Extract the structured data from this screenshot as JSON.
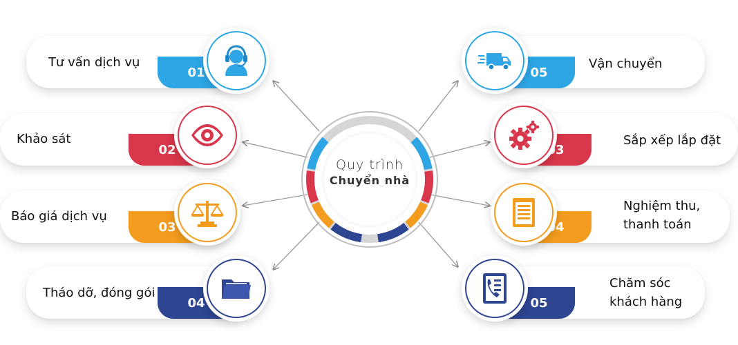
{
  "center": {
    "line1": "Quy trình",
    "line2": "Chuyển nhà"
  },
  "left_steps": [
    {
      "label_lines": [
        "Tư vấn dịch vụ"
      ],
      "number": "01",
      "color": "#2ea6e5",
      "icon": "customer-support-icon"
    },
    {
      "label_lines": [
        "Khảo sát"
      ],
      "number": "02",
      "color": "#d8364a",
      "icon": "eye-icon"
    },
    {
      "label_lines": [
        "Báo giá dịch vụ"
      ],
      "number": "03",
      "color": "#f39c1f",
      "icon": "balance-scale-icon"
    },
    {
      "label_lines": [
        "Tháo dỡ, đóng gói"
      ],
      "number": "04",
      "color": "#2e4591",
      "icon": "folder-icon"
    }
  ],
  "right_steps": [
    {
      "label_lines": [
        "Vận chuyển"
      ],
      "number": "05",
      "color": "#2ea6e5",
      "icon": "delivery-truck-icon"
    },
    {
      "label_lines": [
        "Sắp xếp lắp đặt"
      ],
      "number": "03",
      "color": "#d8364a",
      "icon": "gears-icon"
    },
    {
      "label_lines": [
        "Nghiệm thu,",
        "thanh toán"
      ],
      "number": "04",
      "color": "#f39c1f",
      "icon": "document-icon"
    },
    {
      "label_lines": [
        "Chăm sóc",
        "khách hàng"
      ],
      "number": "05",
      "color": "#2e4591",
      "icon": "phone-book-icon"
    }
  ]
}
